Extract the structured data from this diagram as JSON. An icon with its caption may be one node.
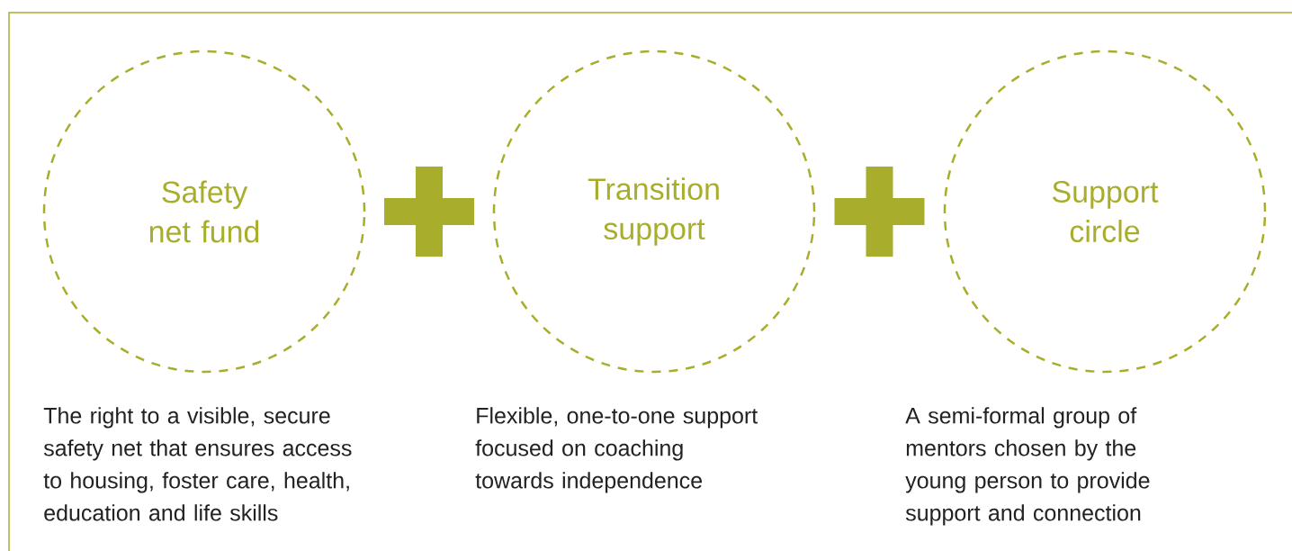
{
  "diagram": {
    "nodes": [
      {
        "text": [
          "Safety net fund"
        ],
        "beside": [
          "The right to a visible, secure safety net that ensures access to housing, foster care, health, education and life skills"
        ]
      },
      {
        "text": [
          "Transition support"
        ],
        "beside": [
          "Flexible, one-to-one support focused on coaching towards independence"
        ]
      },
      {
        "text": [
          "Support circle"
        ],
        "beside": [
          "A semi-formal group of mentors chosen by the young person to provide support and connection"
        ]
      }
    ]
  }
}
